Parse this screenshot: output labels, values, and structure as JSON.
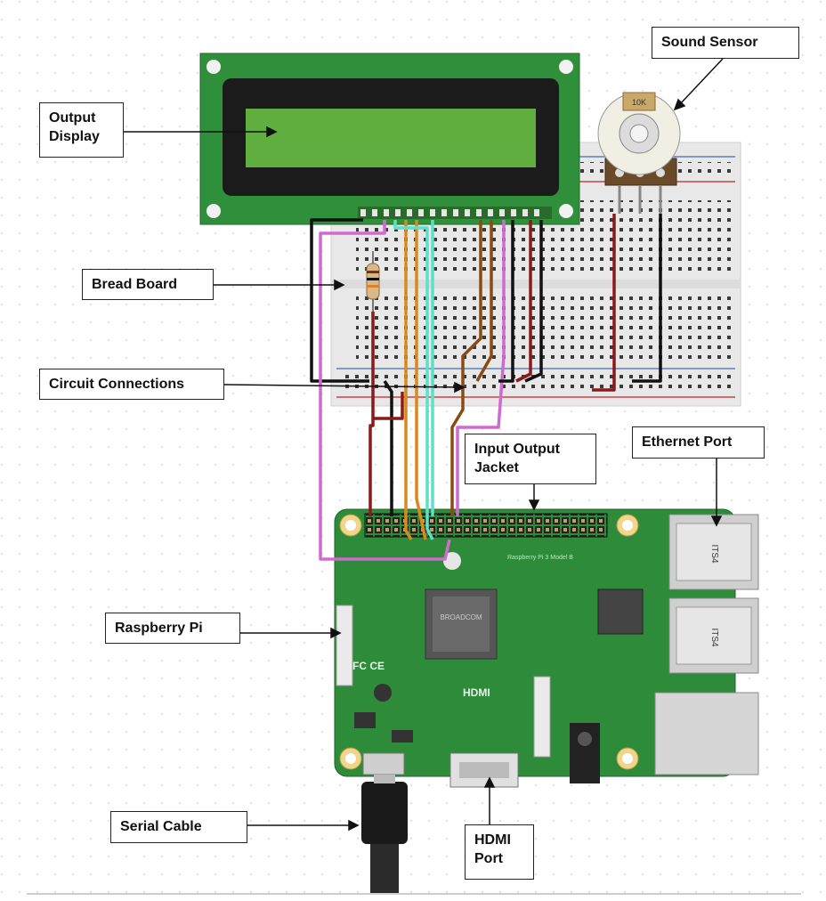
{
  "labels": {
    "output_display": [
      "Output",
      "Display"
    ],
    "sound_sensor": "Sound Sensor",
    "bread_board": "Bread Board",
    "circuit_connections": "Circuit Connections",
    "input_output_jacket": [
      "Input Output",
      "Jacket"
    ],
    "ethernet_port": "Ethernet Port",
    "raspberry_pi": "Raspberry Pi",
    "serial_cable": "Serial Cable",
    "hdmi_port": [
      "HDMI",
      "Port"
    ]
  },
  "components": {
    "potentiometer_marking": "10K",
    "pi_board_marking": "Raspberry Pi 3 Model B",
    "hdmi_marking": "HDMI",
    "usb_marking_top": "ITS4",
    "usb_marking_bottom": "ITS4",
    "ce_marking": "FC CE",
    "chip_marking": "BROADCOM"
  },
  "colors": {
    "lcd_frame": "#2f8f3a",
    "lcd_screen": "#5fae3f",
    "pi_board": "#2e8b3a",
    "breadboard": "#e9e9e9",
    "wire_black": "#111111",
    "wire_red": "#8b1a1a",
    "wire_orange": "#d98a1a",
    "wire_brown": "#8a4a12",
    "wire_cyan": "#5ee0c8",
    "wire_pink": "#d06ad0"
  }
}
